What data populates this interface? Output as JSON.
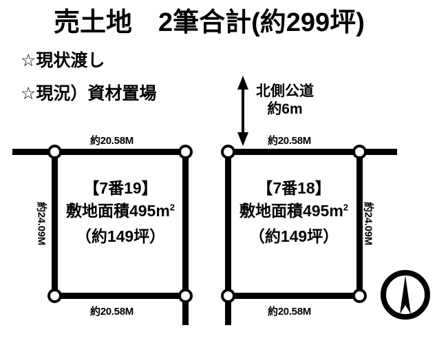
{
  "header": {
    "title": "売土地　2筆合計(約299坪)",
    "notes": [
      "☆現状渡し",
      "☆現況）資材置場"
    ]
  },
  "road": {
    "label": "北側公道\n約6m",
    "arrow_icon": "double-headed-vertical-arrow"
  },
  "compass": {
    "icon": "north-arrow-compass-icon"
  },
  "plots": [
    {
      "lot_number": "【7番19】",
      "area_line": "敷地面積495m",
      "area_unit_sup": "2",
      "tsubo_line": "（約149坪）",
      "top_dimension": "約20.58M",
      "bottom_dimension": "約20.58M",
      "side_dimension": "約24.09M"
    },
    {
      "lot_number": "【7番18】",
      "area_line": "敷地面積495m",
      "area_unit_sup": "2",
      "tsubo_line": "（約149坪）",
      "top_dimension": "約20.58M",
      "bottom_dimension": "約20.58M",
      "side_dimension": "約24.09M"
    }
  ],
  "colors": {
    "ink": "#000000",
    "paper": "#ffffff"
  }
}
